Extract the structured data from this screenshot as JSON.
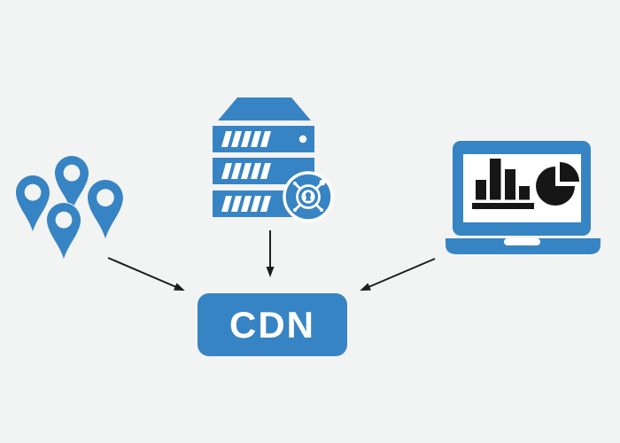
{
  "colors": {
    "background": "#f2f3f3",
    "accent": "#3784c4",
    "icon_dark": "#161616",
    "arrow": "#1d1d1d",
    "white": "#ffffff"
  },
  "diagram": {
    "cdn_box": {
      "label": "CDN"
    },
    "icons": {
      "pins": "map-pins-icon",
      "server": "secure-server-icon",
      "laptop": "laptop-analytics-icon"
    },
    "arrows": {
      "left": "pins-to-cdn-arrow",
      "middle": "server-to-cdn-arrow",
      "right": "laptop-to-cdn-arrow"
    }
  }
}
